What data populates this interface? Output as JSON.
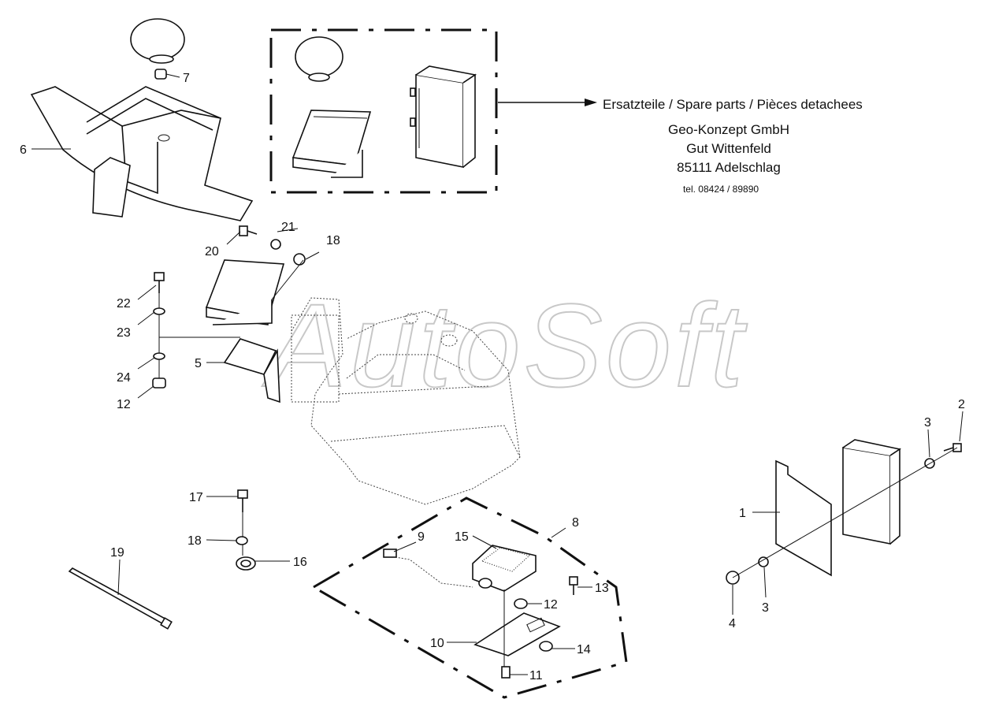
{
  "spare_parts": {
    "title": "Ersatzteile / Spare parts / Pièces detachees",
    "company": "Geo-Konzept GmbH",
    "street": "Gut Wittenfeld",
    "city": "85111 Adelschlag",
    "phone": "tel. 08424 / 89890"
  },
  "watermark": "AutoSoft",
  "callouts": {
    "c1": "1",
    "c2": "2",
    "c3a": "3",
    "c3b": "3",
    "c4": "4",
    "c5": "5",
    "c6": "6",
    "c7": "7",
    "c8": "8",
    "c9": "9",
    "c10": "10",
    "c11": "11",
    "c12a": "12",
    "c12b": "12",
    "c13": "13",
    "c14": "14",
    "c15": "15",
    "c16": "16",
    "c17": "17",
    "c18a": "18",
    "c18b": "18",
    "c19": "19",
    "c20": "20",
    "c21": "21",
    "c22": "22",
    "c23": "23",
    "c24": "24"
  }
}
